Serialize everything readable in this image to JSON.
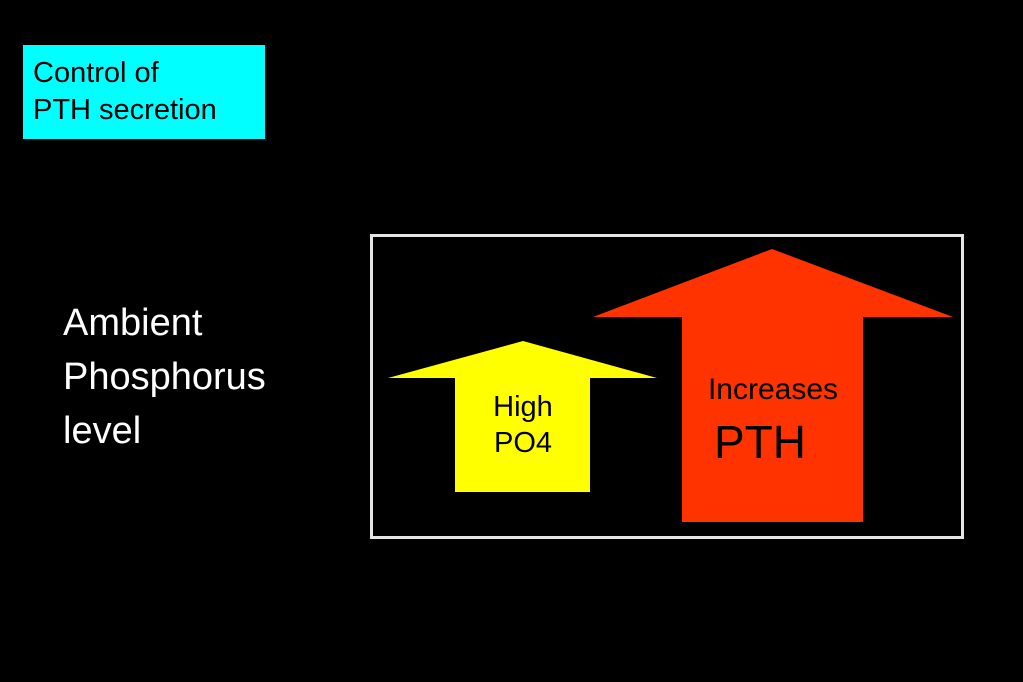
{
  "title": {
    "line1": "Control of",
    "line2": "PTH secretion"
  },
  "side_label": {
    "line1": "Ambient",
    "line2": "Phosphorus",
    "line3": "level"
  },
  "small_arrow": {
    "line1": "High",
    "line2": "PO4",
    "color": "#ffff00"
  },
  "big_arrow": {
    "line1": "Increases",
    "line2": "PTH",
    "color": "#ff3300"
  },
  "colors": {
    "background": "#000000",
    "title_box": "#00ffff",
    "frame": "#e6e6e6"
  }
}
